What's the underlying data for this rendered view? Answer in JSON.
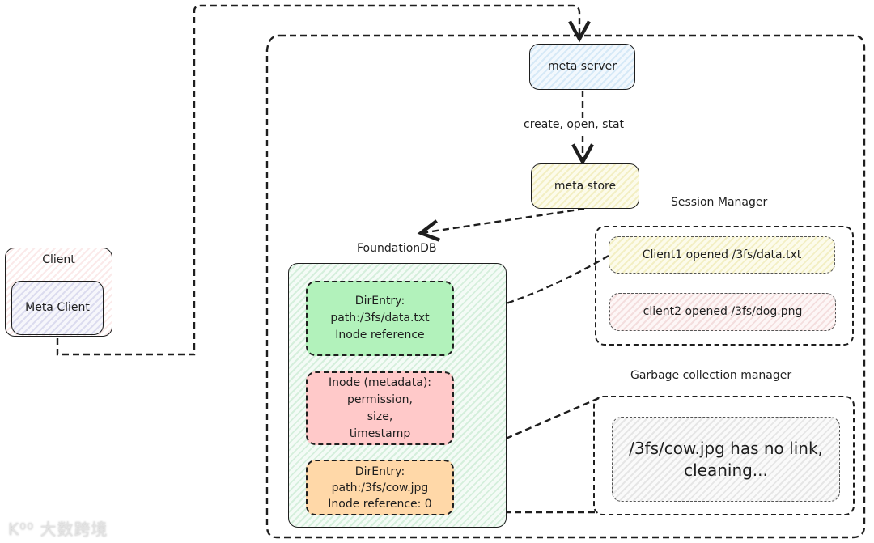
{
  "diagram": {
    "client": {
      "title": "Client",
      "inner": "Meta Client"
    },
    "meta_server": "meta server",
    "edge_label": "create, open, stat",
    "meta_store": "meta store",
    "foundationdb": {
      "title": "FoundationDB",
      "entries": [
        {
          "text": "DirEntry:\npath:/3fs/data.txt\nInode reference",
          "color": "#b2f2bb"
        },
        {
          "text": "Inode (metadata):\npermission,\nsize,\ntimestamp",
          "color": "#ffc9c9"
        },
        {
          "text": "DirEntry:\npath:/3fs/cow.jpg\nInode reference: 0",
          "color": "#ffd8a8"
        }
      ]
    },
    "session_manager": {
      "title": "Session Manager",
      "sessions": [
        "Client1 opened /3fs/data.txt",
        "client2 opened /3fs/dog.png"
      ]
    },
    "gc_manager": {
      "title": "Garbage collection manager",
      "message": "/3fs/cow.jpg has no link,\ncleaning..."
    },
    "watermark": "K⁰⁰ 大数跨境"
  }
}
